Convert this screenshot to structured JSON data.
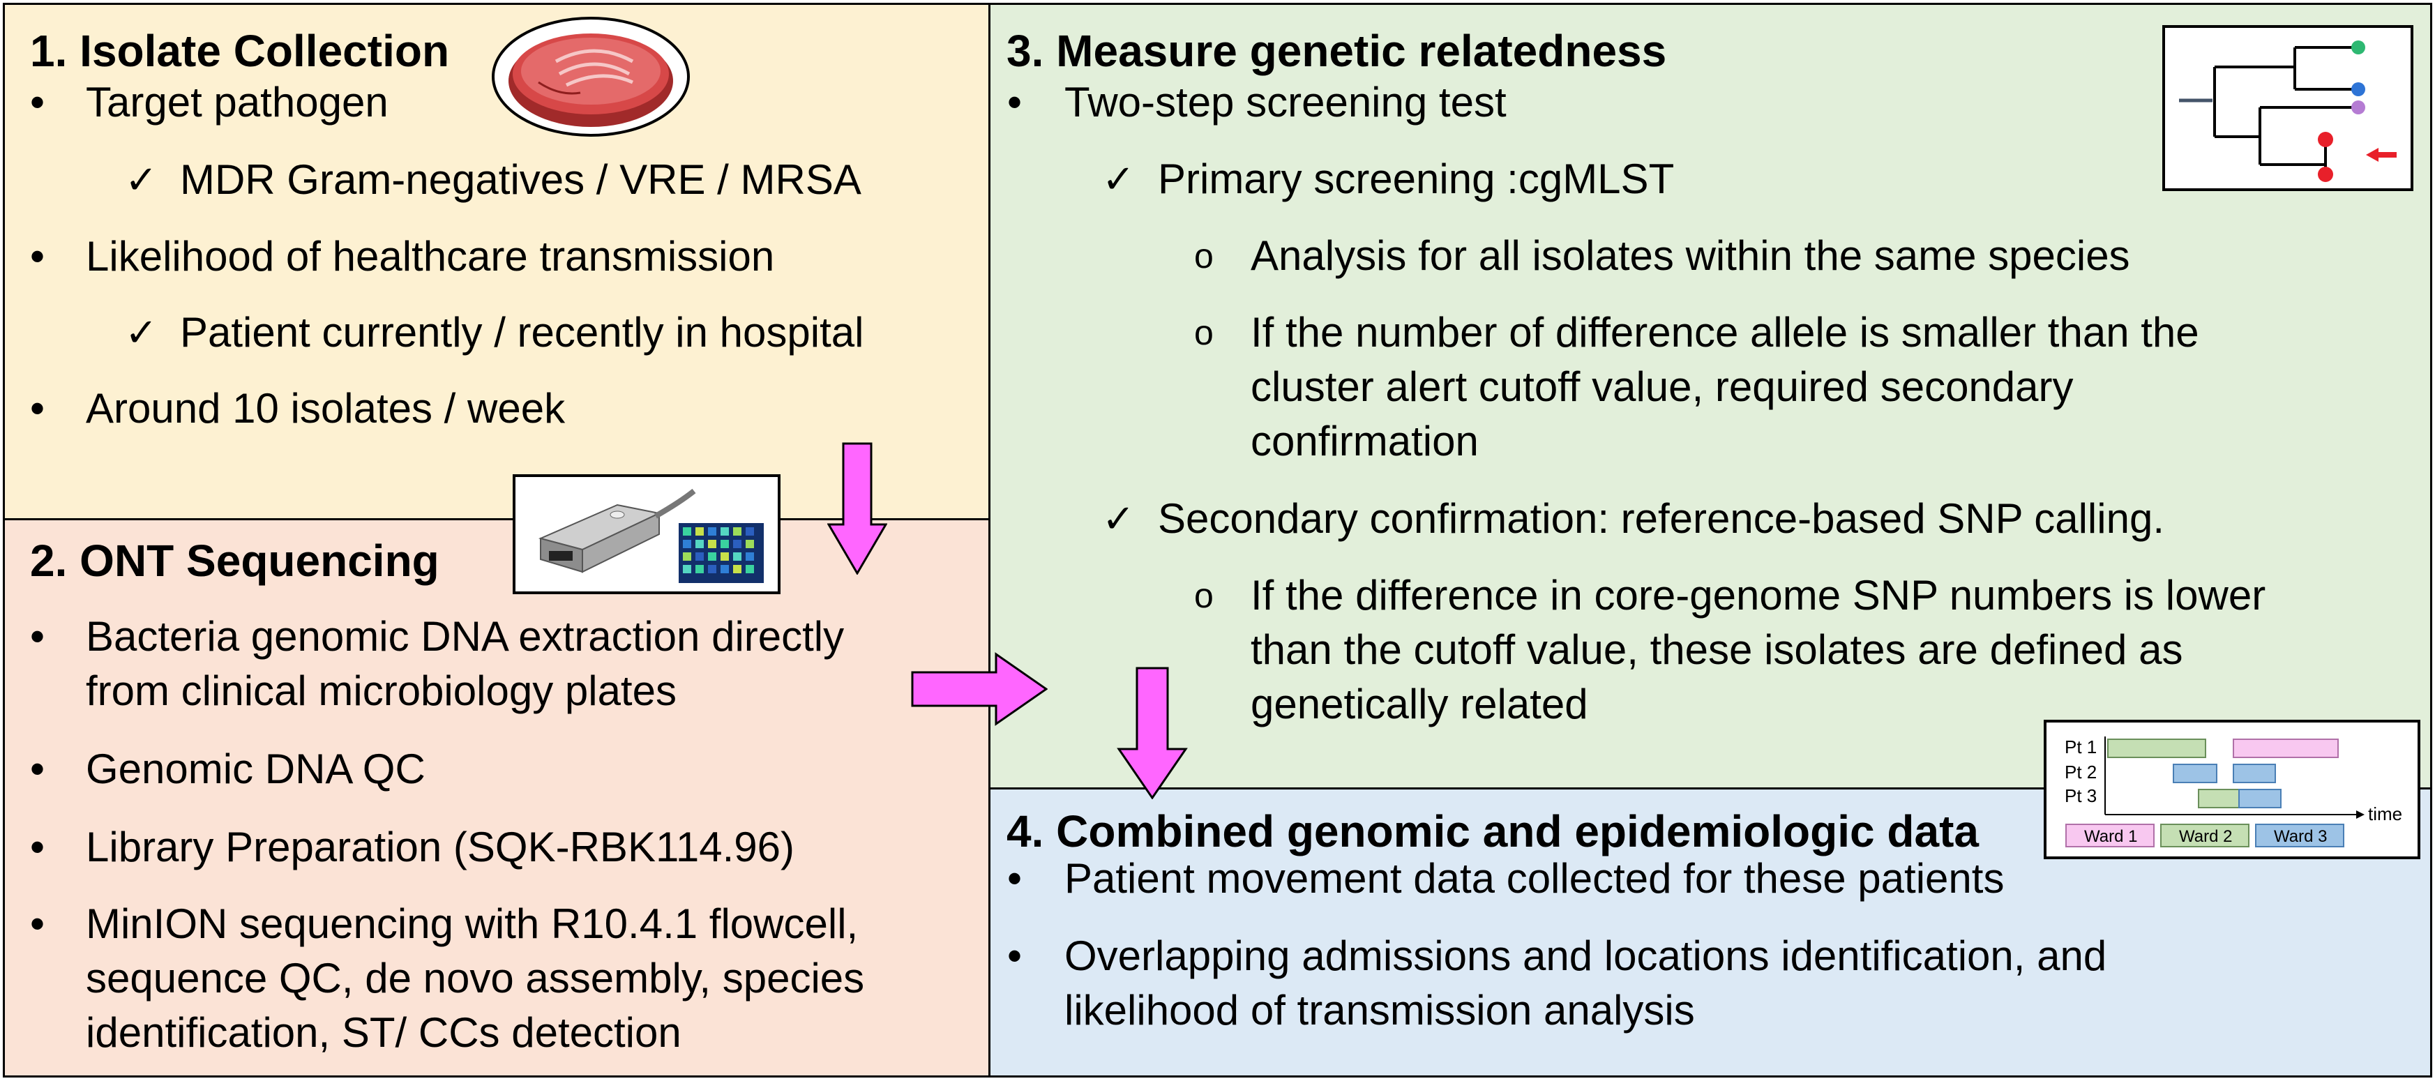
{
  "panel1": {
    "title": "1. Isolate Collection",
    "bullets": [
      "Target pathogen",
      "Likelihood of healthcare transmission",
      "Around 10 isolates / week"
    ],
    "checks": [
      "MDR Gram-negatives / VRE / MRSA",
      "Patient currently / recently in hospital"
    ]
  },
  "panel2": {
    "title": "2. ONT Sequencing",
    "bullets": [
      [
        "Bacteria genomic DNA extraction directly",
        "from clinical microbiology plates"
      ],
      [
        "Genomic DNA QC"
      ],
      [
        "Library Preparation (SQK-RBK114.96)"
      ],
      [
        "MinION sequencing with R10.4.1 flowcell,",
        "sequence QC, de novo assembly, species",
        "identification, ST/ CCs detection"
      ]
    ]
  },
  "panel3": {
    "title": "3. Measure genetic relatedness",
    "bullet": "Two-step screening test",
    "check1": "Primary screening :cgMLST",
    "sub1": [
      "Analysis for all isolates within the same species"
    ],
    "sub2": [
      "If the number of difference allele is smaller than the",
      "cluster alert cutoff value, required secondary",
      "confirmation"
    ],
    "check2": "Secondary confirmation: reference-based SNP calling.",
    "sub3": [
      "If the difference in core-genome SNP numbers is lower",
      "than the cutoff value, these isolates are defined as",
      "genetically related"
    ]
  },
  "panel4": {
    "title": "4. Combined genomic and epidemiologic data",
    "bullets": [
      [
        "Patient movement data collected for these patients"
      ],
      [
        "Overlapping admissions and locations identification, and",
        "likelihood of transmission analysis"
      ]
    ]
  },
  "timeline": {
    "patients": [
      "Pt 1",
      "Pt 2",
      "Pt 3"
    ],
    "axis_label": "time",
    "wards": [
      "Ward 1",
      "Ward 2",
      "Ward 3"
    ],
    "colors": {
      "ward1": "#f8c8f0",
      "ward2": "#c5dfb4",
      "ward3": "#9dc3e6"
    }
  },
  "symbols": {
    "bullet": "•",
    "check": "✓",
    "circle": "o"
  },
  "colors": {
    "arrow": "#ff66ff",
    "panel1": "#fdf1d2",
    "panel2": "#fbe3d6",
    "panel3": "#e2efda",
    "panel4": "#dce9f5"
  }
}
